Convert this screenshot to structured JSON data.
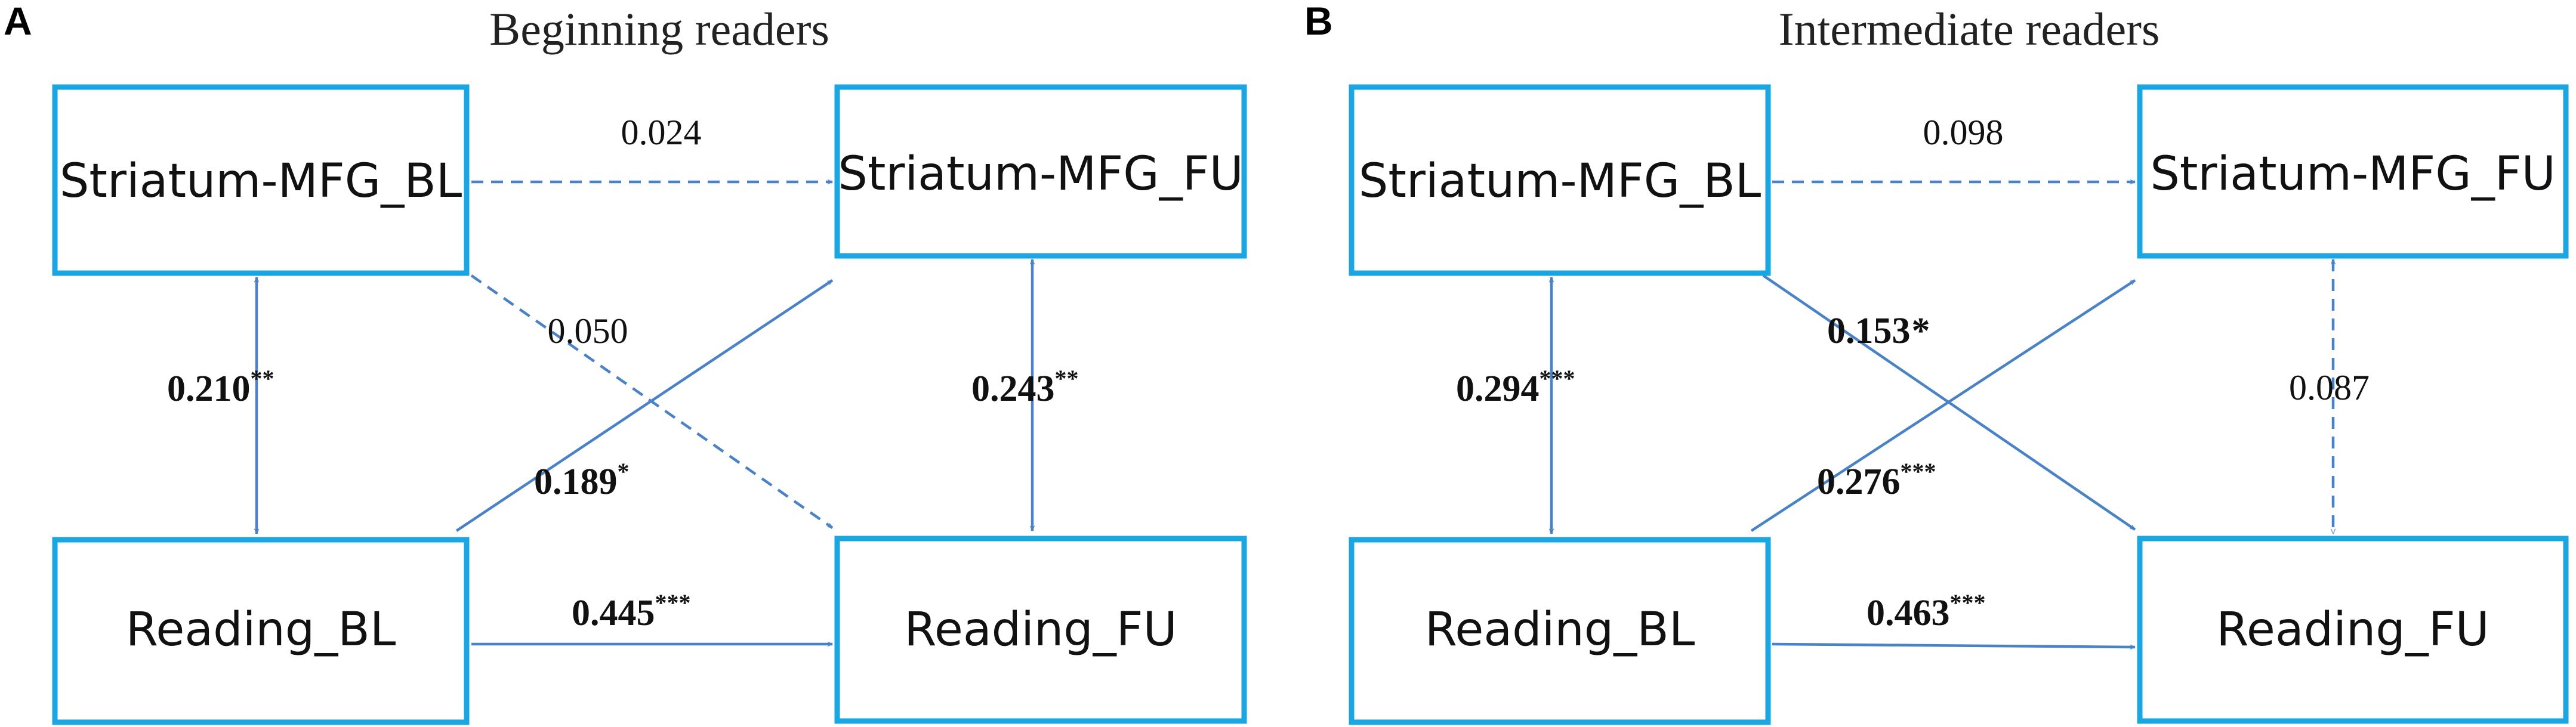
{
  "panels": [
    {
      "letter": "A",
      "title": "Beginning readers",
      "nodes": {
        "striatum_bl": "Striatum-MFG_BL",
        "striatum_fu": "Striatum-MFG_FU",
        "reading_bl": "Reading_BL",
        "reading_fu": "Reading_FU"
      },
      "paths": {
        "striatum_autoregressive": {
          "value": "0.024",
          "sig": "",
          "significant": false
        },
        "striatum_to_reading": {
          "value": "0.050",
          "sig": "",
          "significant": false
        },
        "bl_correlation": {
          "value": "0.210",
          "sig": "**",
          "significant": true
        },
        "fu_correlation": {
          "value": "0.243",
          "sig": "**",
          "significant": true
        },
        "reading_to_striatum": {
          "value": "0.189",
          "sig": "*",
          "significant": true
        },
        "reading_autoregressive": {
          "value": "0.445",
          "sig": "***",
          "significant": true
        }
      }
    },
    {
      "letter": "B",
      "title": "Intermediate readers",
      "nodes": {
        "striatum_bl": "Striatum-MFG_BL",
        "striatum_fu": "Striatum-MFG_FU",
        "reading_bl": "Reading_BL",
        "reading_fu": "Reading_FU"
      },
      "paths": {
        "striatum_autoregressive": {
          "value": "0.098",
          "sig": "",
          "significant": false
        },
        "striatum_to_reading": {
          "value": "0.153",
          "sig": "*",
          "significant": true
        },
        "bl_correlation": {
          "value": "0.294",
          "sig": "***",
          "significant": true
        },
        "fu_correlation": {
          "value": "0.087",
          "sig": "",
          "significant": false
        },
        "reading_to_striatum": {
          "value": "0.276",
          "sig": "***",
          "significant": true
        },
        "reading_autoregressive": {
          "value": "0.463",
          "sig": "***",
          "significant": true
        }
      }
    }
  ],
  "colors": {
    "box_border": "#1aa6e0",
    "arrow": "#4a82c6",
    "text": "#111111"
  }
}
